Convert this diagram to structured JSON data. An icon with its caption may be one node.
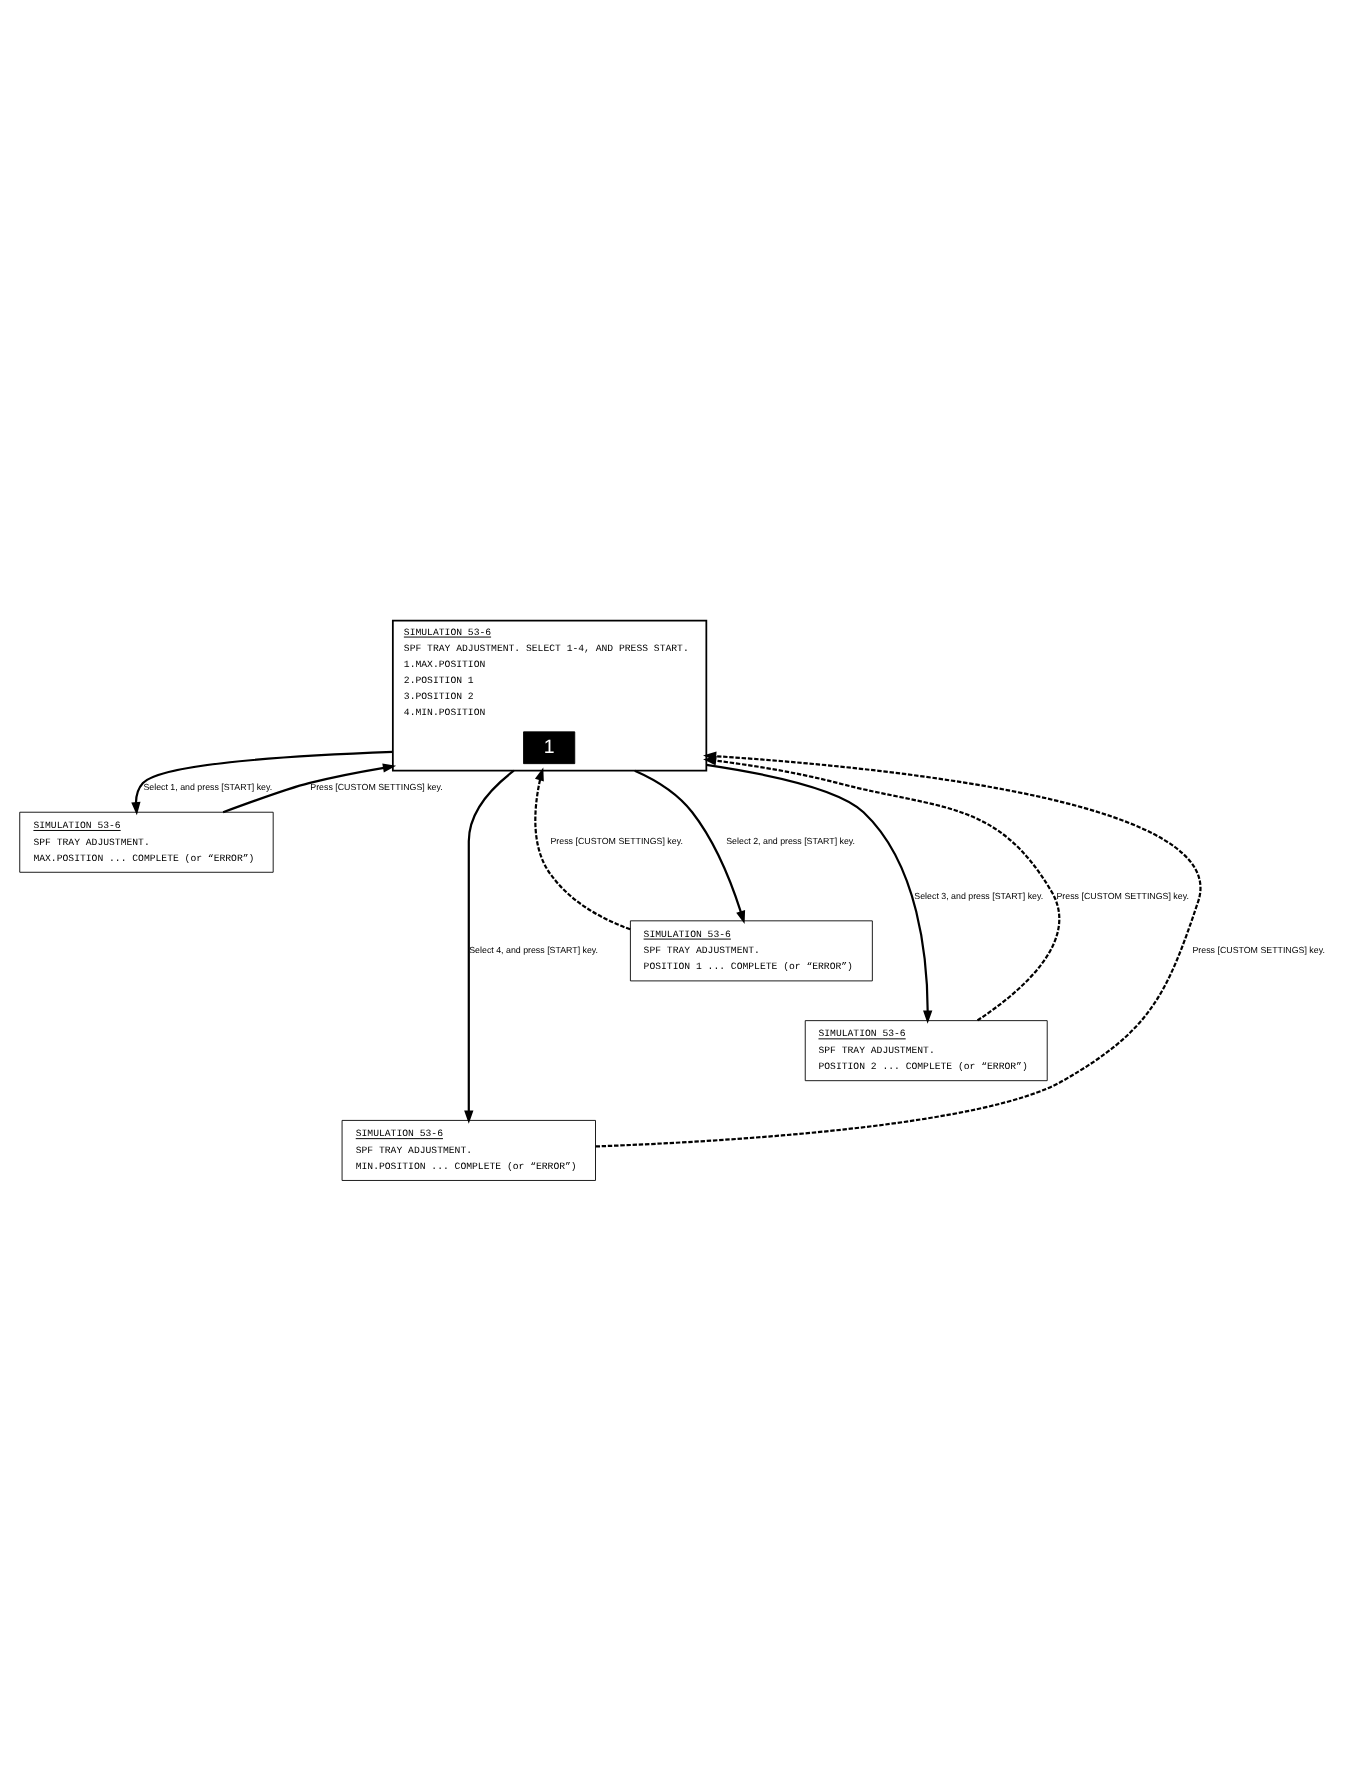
{
  "diagram": {
    "nodes": [
      {
        "text": [
          "SIMULATION 53-6",
          "SPF TRAY ADJUSTMENT. SELECT 1-4, AND PRESS START.",
          "1.MAX.POSITION",
          "2.POSITION 1",
          "3.POSITION 2",
          "4.MIN.POSITION"
        ]
      },
      {
        "text": [
          "1"
        ],
        "in": 0
      },
      {
        "text": [
          "SIMULATION 53-6",
          "SPF TRAY ADJUSTMENT.",
          "MAX.POSITION ... COMPLETE (or “ERROR”)"
        ]
      },
      {
        "text": [
          "SIMULATION 53-6",
          "SPF TRAY ADJUSTMENT.",
          "POSITION 1 ... COMPLETE (or “ERROR”)"
        ]
      },
      {
        "text": [
          "SIMULATION 53-6",
          "SPF TRAY ADJUSTMENT.",
          "POSITION 2 ... COMPLETE (or “ERROR”)"
        ]
      },
      {
        "text": [
          "SIMULATION 53-6",
          "SPF TRAY ADJUSTMENT.",
          "MIN.POSITION ... COMPLETE (or “ERROR”)"
        ]
      }
    ],
    "edges": [
      {
        "from": 0,
        "to": 2,
        "arrow": "to",
        "label": "Select 1, and press [START] key."
      },
      {
        "from": 0,
        "to": 3,
        "arrow": "to",
        "label": "Select 2, and press [START] key."
      },
      {
        "from": 0,
        "to": 4,
        "arrow": "to",
        "label": "Select 3, and press [START] key."
      },
      {
        "from": 0,
        "to": 5,
        "arrow": "to",
        "label": "Select 4, and press [START] key."
      },
      {
        "from": 2,
        "to": 0,
        "arrow": "to",
        "label": "Press [CUSTOM SETTINGS] key."
      },
      {
        "from": 3,
        "to": 0,
        "arrow": "to",
        "style": "dashed",
        "label": "Press [CUSTOM SETTINGS] key."
      },
      {
        "from": 4,
        "to": 0,
        "arrow": "to",
        "style": "dashed",
        "label": "Press [CUSTOM SETTINGS] key."
      },
      {
        "from": 5,
        "to": 0,
        "arrow": "to",
        "style": "dashed",
        "label": "Press [CUSTOM SETTINGS] key."
      }
    ]
  }
}
